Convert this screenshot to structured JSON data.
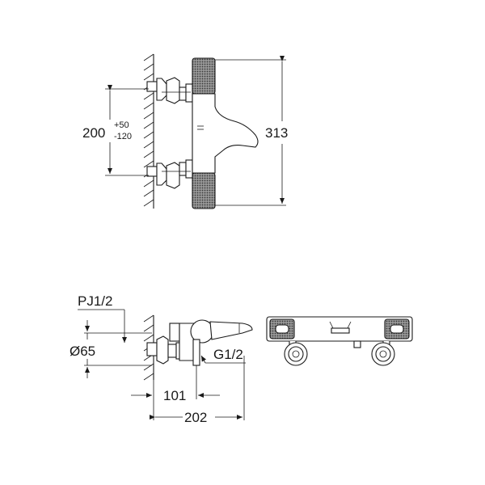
{
  "dimensions": {
    "spacing_base": "200",
    "spacing_plus": "+50",
    "spacing_minus": "-120",
    "height": "313",
    "inlet_thread": "PJ1/2",
    "diameter": "Ø65",
    "outlet_thread": "G1/2",
    "depth_center": "101",
    "depth_total": "202"
  },
  "colors": {
    "line": "#1a1a1a",
    "background": "#ffffff",
    "knurl": "#5a5a5a"
  }
}
